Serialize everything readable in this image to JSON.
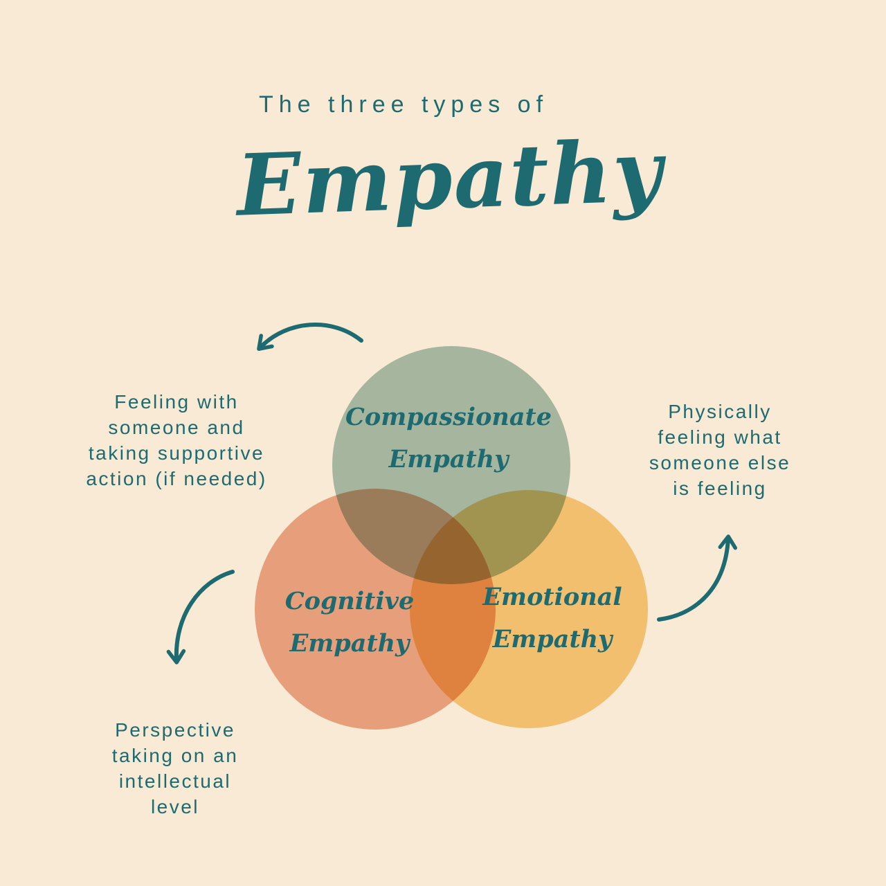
{
  "header": {
    "kicker": "The three types of",
    "title": "Empathy"
  },
  "colors": {
    "background": "#f8ead5",
    "text_teal": "#1d6a70",
    "circle_compassionate": "#abc6bc",
    "circle_cognitive": "#edad92",
    "circle_emotional": "#f8d084"
  },
  "venn": {
    "circles": [
      {
        "name": "compassionate",
        "label": [
          "Compassionate",
          "Empathy"
        ]
      },
      {
        "name": "cognitive",
        "label": [
          "Cognitive",
          "Empathy"
        ]
      },
      {
        "name": "emotional",
        "label": [
          "Emotional",
          "Empathy"
        ]
      }
    ]
  },
  "annotations": {
    "compassionate": {
      "lines": [
        "Feeling with",
        "someone and",
        "taking supportive",
        "action (if needed)"
      ]
    },
    "emotional": {
      "lines": [
        "Physically",
        "feeling what",
        "someone else",
        "is feeling"
      ]
    },
    "cognitive": {
      "lines": [
        "Perspective",
        "taking on an",
        "intellectual",
        "level"
      ]
    }
  }
}
